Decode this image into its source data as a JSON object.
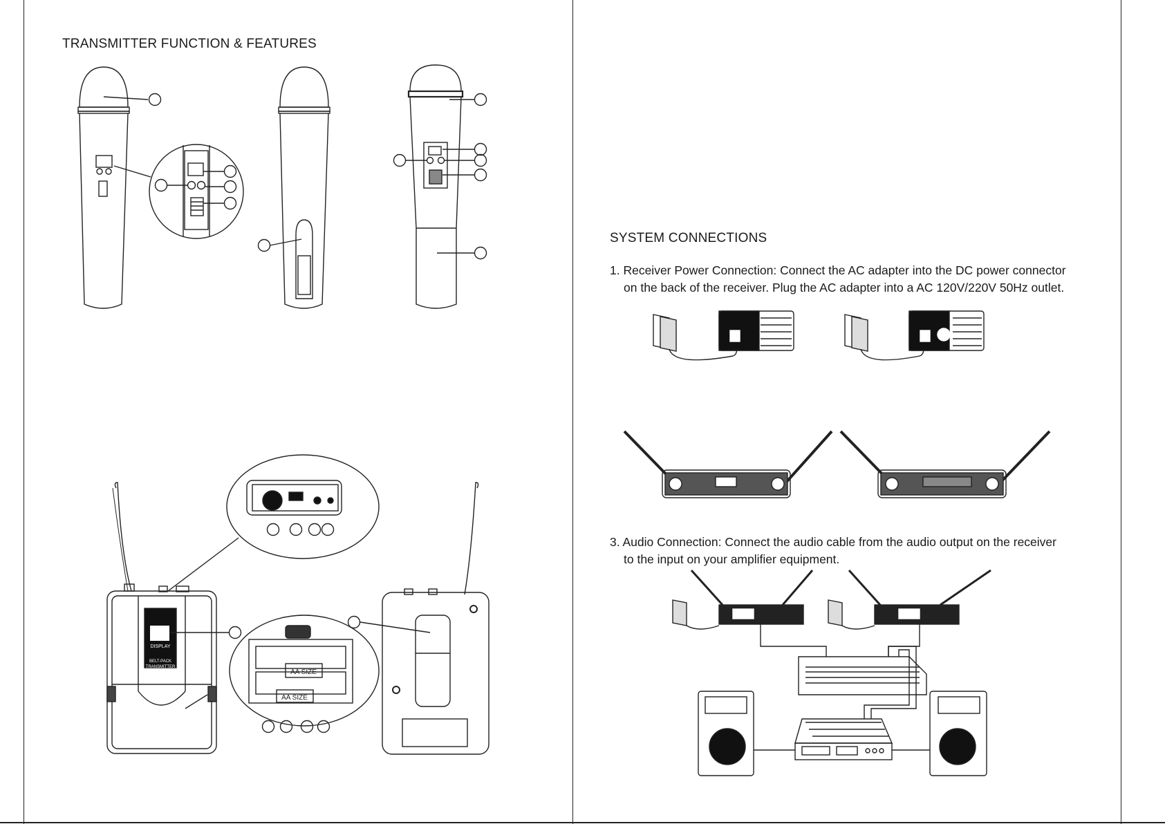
{
  "left_page": {
    "heading": "TRANSMITTER FUNCTION & FEATURES",
    "beltpack_labels": {
      "display": "DISPLAY",
      "belt_pack_line1": "BELT-PACK",
      "belt_pack_line2": "TRANSMITTER",
      "battery_1": "AA SIZE",
      "battery_2": "AA SIZE"
    }
  },
  "right_page": {
    "heading": "SYSTEM CONNECTIONS",
    "step1_line1": "1. Receiver Power Connection: Connect the AC adapter into the DC power connector",
    "step1_line2": "on the back of the receiver. Plug the AC adapter into a AC 120V/220V 50Hz outlet.",
    "step3_line1": "3. Audio Connection: Connect the audio cable from the audio output on the receiver",
    "step3_line2": "to the input on your amplifier equipment."
  }
}
